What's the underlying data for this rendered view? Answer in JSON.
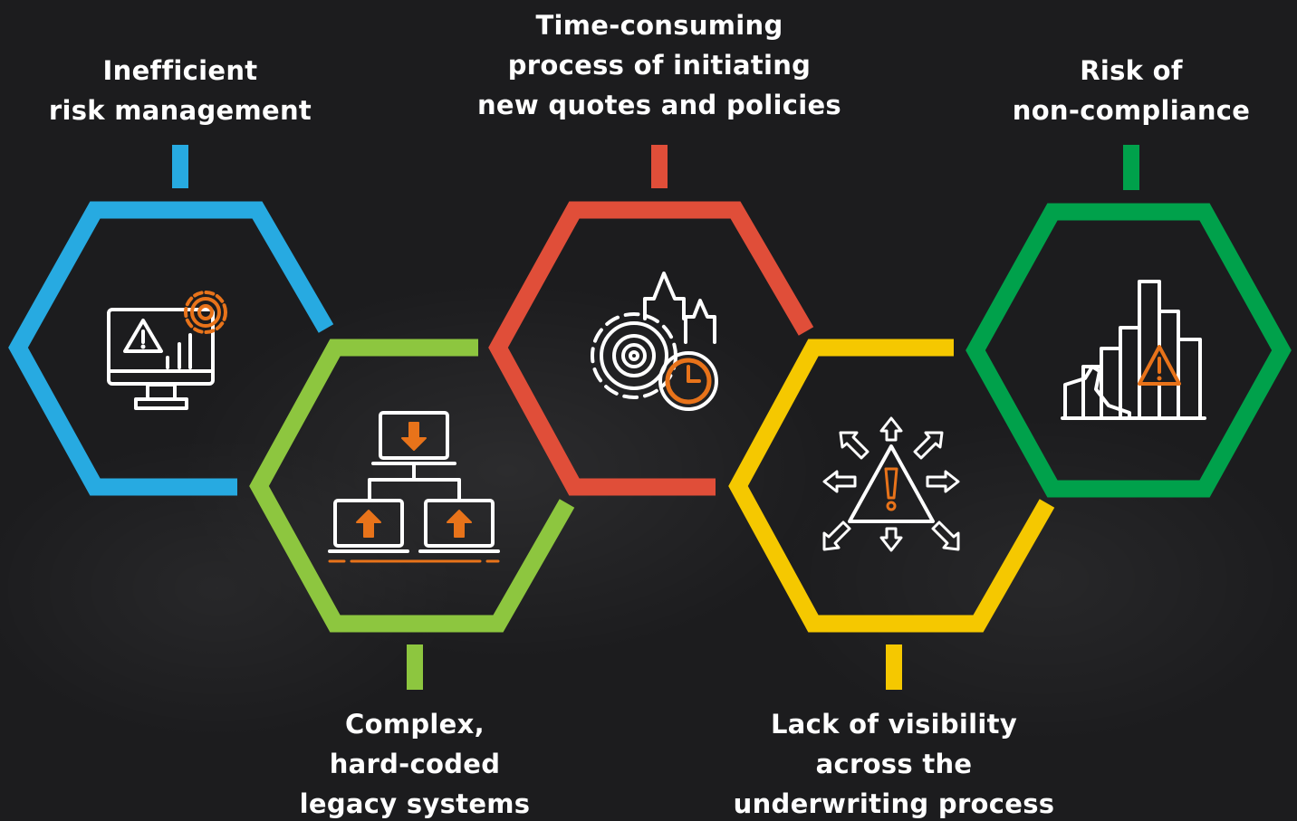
{
  "colors": {
    "background": "#1c1c1e",
    "blue": "#27aae1",
    "light_green": "#8dc63f",
    "red": "#e04e39",
    "yellow": "#f5c800",
    "green": "#00a14b",
    "icon_white": "#ffffff",
    "icon_orange": "#e8731a"
  },
  "challenges": [
    {
      "lines": [
        "Inefficient",
        "risk management"
      ],
      "color": "blue",
      "icon": "monitor-warning-gear-icon"
    },
    {
      "lines": [
        "Time-consuming",
        "process of initiating",
        "new quotes and policies"
      ],
      "color": "red",
      "icon": "gear-arrows-clock-icon"
    },
    {
      "lines": [
        "Risk of",
        "non-compliance"
      ],
      "color": "green",
      "icon": "bar-chart-warning-icon"
    },
    {
      "lines": [
        "Complex,",
        "hard-coded",
        "legacy systems"
      ],
      "color": "light_green",
      "icon": "network-computers-icon"
    },
    {
      "lines": [
        "Lack of visibility",
        "across the",
        "underwriting process"
      ],
      "color": "yellow",
      "icon": "warning-arrows-icon"
    }
  ]
}
